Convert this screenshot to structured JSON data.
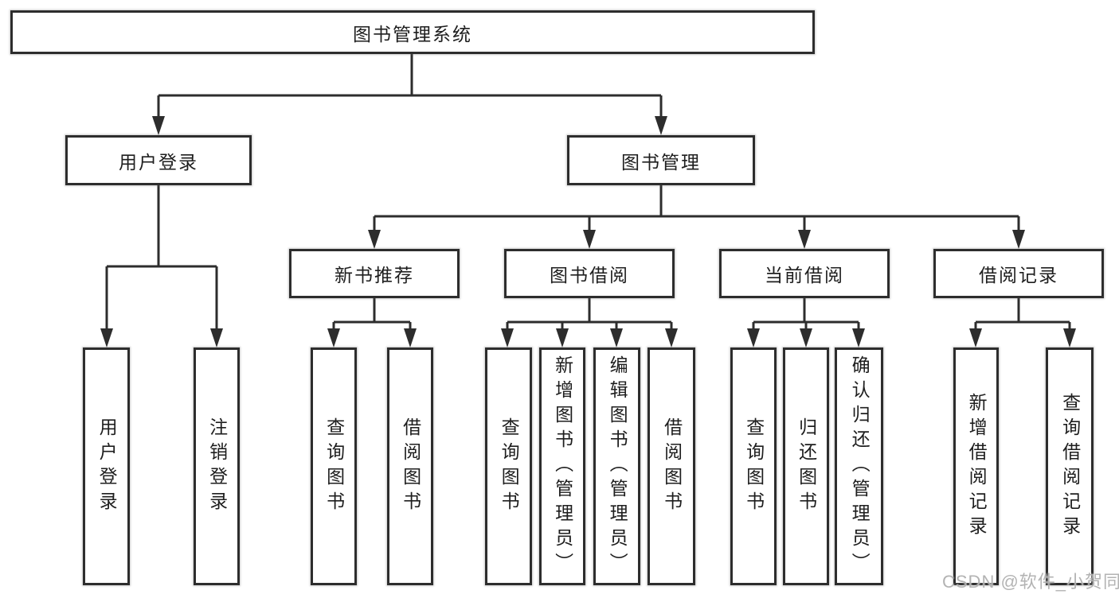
{
  "nodes": {
    "system": {
      "label": "图书管理系统"
    },
    "user_login": {
      "label": "用户登录"
    },
    "book_mgmt": {
      "label": "图书管理"
    },
    "new_book_rec": {
      "label": "新书推荐"
    },
    "book_borrow": {
      "label": "图书借阅"
    },
    "current_borrow": {
      "label": "当前借阅"
    },
    "borrow_record": {
      "label": "借阅记录"
    },
    "ul_login": {
      "label": "用户登录"
    },
    "ul_logout": {
      "label": "注销登录"
    },
    "nbr_query": {
      "label": "查询图书"
    },
    "nbr_borrow": {
      "label": "借阅图书"
    },
    "bb_query": {
      "label": "查询图书"
    },
    "bb_add": {
      "label": "新增图书（管理员）"
    },
    "bb_edit": {
      "label": "编辑图书（管理员）"
    },
    "bb_borrow": {
      "label": "借阅图书"
    },
    "cb_query": {
      "label": "查询图书"
    },
    "cb_return": {
      "label": "归还图书"
    },
    "cb_confirm": {
      "label": "确认归还（管理员）"
    },
    "br_add": {
      "label": "新增借阅记录"
    },
    "br_query": {
      "label": "查询借阅记录"
    }
  },
  "hierarchy": {
    "system": [
      "user_login",
      "book_mgmt"
    ],
    "user_login": [
      "ul_login",
      "ul_logout"
    ],
    "book_mgmt": [
      "new_book_rec",
      "book_borrow",
      "current_borrow",
      "borrow_record"
    ],
    "new_book_rec": [
      "nbr_query",
      "nbr_borrow"
    ],
    "book_borrow": [
      "bb_query",
      "bb_add",
      "bb_edit",
      "bb_borrow"
    ],
    "current_borrow": [
      "cb_query",
      "cb_return",
      "cb_confirm"
    ],
    "borrow_record": [
      "br_add",
      "br_query"
    ]
  },
  "colors": {
    "line": "#2d2d2d",
    "text": "#1e1e1e",
    "box_background": "#ffffff",
    "watermark": "#acacac"
  },
  "watermark": {
    "text": "CSDN @软件_小贺同学"
  }
}
